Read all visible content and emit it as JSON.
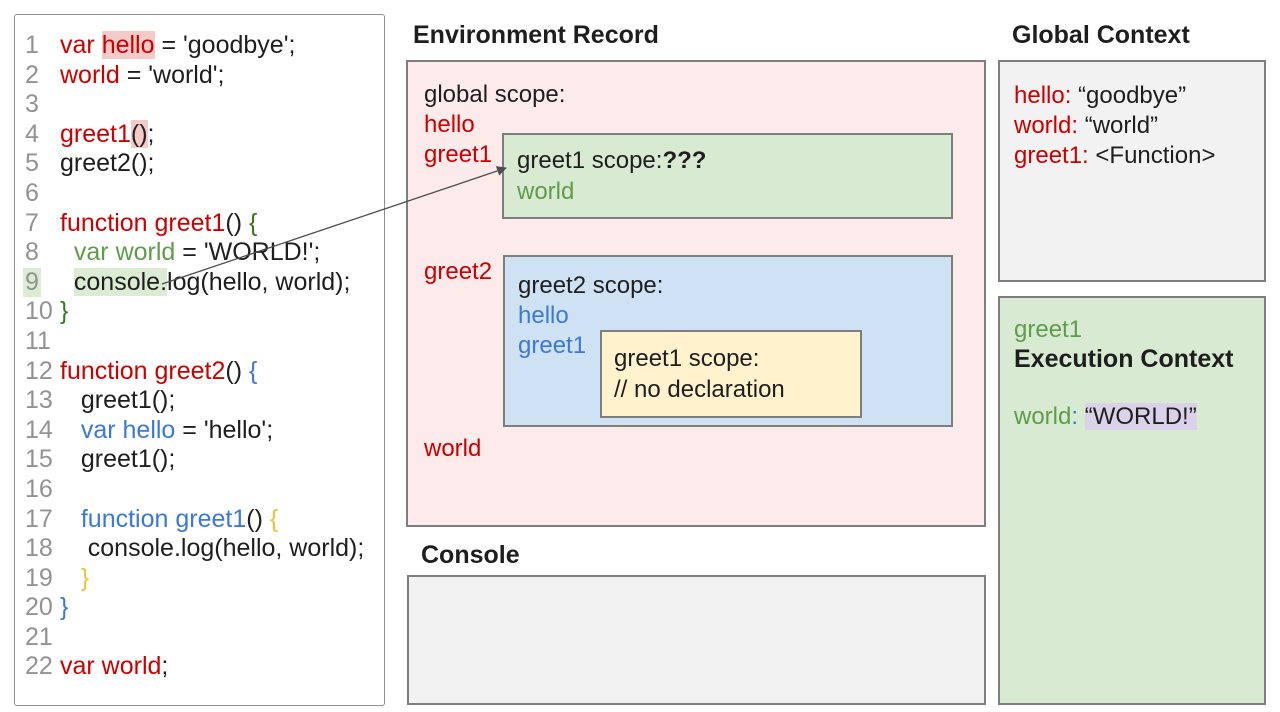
{
  "palette": {
    "black": "#1e1e1e",
    "red": "#cc0000",
    "green": "#5f9c4a",
    "dark_green": "#38761d",
    "blue": "#3c78d8",
    "gold": "#f1c232",
    "line_number": "#929292",
    "pink_hl": "#f5cbca",
    "green_hl": "#dcecd4",
    "lavender_hl": "#d9d2e9",
    "pink_bg": "#fcebea",
    "green_bg": "#d9ead3",
    "blue_bg": "#cfe2f3",
    "yellow_bg": "#fff2cc",
    "gray_bg": "#f2f2f2"
  },
  "code_panel": {
    "lines": [
      {
        "n": "1",
        "segs": [
          {
            "t": "var ",
            "c": "red"
          },
          {
            "t": "hello",
            "c": "red",
            "hl": "pink_hl"
          },
          {
            "t": " = 'goodbye';"
          }
        ]
      },
      {
        "n": "2",
        "segs": [
          {
            "t": "world",
            "c": "red"
          },
          {
            "t": " = 'world';"
          }
        ]
      },
      {
        "n": "3",
        "segs": []
      },
      {
        "n": "4",
        "segs": [
          {
            "t": "greet1",
            "c": "red"
          },
          {
            "t": "()",
            "hl": "pink_hl"
          },
          {
            "t": ";"
          }
        ]
      },
      {
        "n": "5",
        "segs": [
          {
            "t": "greet2();"
          }
        ]
      },
      {
        "n": "6",
        "segs": []
      },
      {
        "n": "7",
        "segs": [
          {
            "t": "function greet1",
            "c": "red"
          },
          {
            "t": "() "
          },
          {
            "t": "{",
            "c": "dark_green"
          }
        ]
      },
      {
        "n": "8",
        "segs": [
          {
            "t": "  "
          },
          {
            "t": "var world",
            "c": "green"
          },
          {
            "t": " = 'WORLD!';"
          }
        ]
      },
      {
        "n": "9",
        "num_hl": "green_hl",
        "segs": [
          {
            "t": "  "
          },
          {
            "t": "console.",
            "hl": "green_hl"
          },
          {
            "t": "log(hello, world);"
          }
        ]
      },
      {
        "n": "10",
        "segs": [
          {
            "t": "}",
            "c": "dark_green"
          }
        ]
      },
      {
        "n": "11",
        "segs": []
      },
      {
        "n": "12",
        "segs": [
          {
            "t": "function greet2",
            "c": "red"
          },
          {
            "t": "() "
          },
          {
            "t": "{",
            "c": "blue"
          }
        ]
      },
      {
        "n": "13",
        "segs": [
          {
            "t": "   greet1();"
          }
        ]
      },
      {
        "n": "14",
        "segs": [
          {
            "t": "   "
          },
          {
            "t": "var hello",
            "c": "blue"
          },
          {
            "t": " = 'hello';"
          }
        ]
      },
      {
        "n": "15",
        "segs": [
          {
            "t": "   greet1();"
          }
        ]
      },
      {
        "n": "16",
        "segs": []
      },
      {
        "n": "17",
        "segs": [
          {
            "t": "   "
          },
          {
            "t": "function greet1",
            "c": "blue"
          },
          {
            "t": "() "
          },
          {
            "t": "{",
            "c": "gold"
          }
        ]
      },
      {
        "n": "18",
        "segs": [
          {
            "t": "    console.log(hello, world);"
          }
        ]
      },
      {
        "n": "19",
        "segs": [
          {
            "t": "   }",
            "c": "gold"
          }
        ]
      },
      {
        "n": "20",
        "segs": [
          {
            "t": "}",
            "c": "blue"
          }
        ]
      },
      {
        "n": "21",
        "segs": []
      },
      {
        "n": "22",
        "segs": [
          {
            "t": "var world",
            "c": "red"
          },
          {
            "t": ";"
          }
        ]
      }
    ]
  },
  "environment_record": {
    "title": "Environment Record",
    "global_scope": {
      "label": [
        {
          "t": "global scope:"
        }
      ],
      "hello": [
        {
          "t": "hello",
          "c": "red"
        }
      ],
      "greet1": [
        {
          "t": "greet1",
          "c": "red"
        }
      ],
      "greet2": [
        {
          "t": "greet2",
          "c": "red"
        }
      ],
      "world": [
        {
          "t": "world",
          "c": "red"
        }
      ]
    },
    "greet1_scope": {
      "label": [
        {
          "t": "greet1 scope:"
        },
        {
          "t": "???",
          "b": true
        }
      ],
      "world": [
        {
          "t": "world",
          "c": "green"
        }
      ]
    },
    "greet2_scope": {
      "label": [
        {
          "t": "greet2 scope:"
        }
      ],
      "hello": [
        {
          "t": "hello",
          "c": "blue"
        }
      ],
      "greet1": [
        {
          "t": "greet1",
          "c": "blue"
        }
      ],
      "inner_greet1_scope": {
        "label": [
          {
            "t": "greet1 scope:"
          }
        ],
        "comment": [
          {
            "t": "// no declaration"
          }
        ]
      }
    }
  },
  "console_panel": {
    "title": "Console"
  },
  "global_context": {
    "title": "Global Context",
    "rows": {
      "hello": [
        {
          "t": "hello:",
          "c": "red"
        },
        {
          "t": " “goodbye”"
        }
      ],
      "world": [
        {
          "t": "world:",
          "c": "red"
        },
        {
          "t": " “world”"
        }
      ],
      "greet1": [
        {
          "t": "greet1:",
          "c": "red"
        },
        {
          "t": " <Function>"
        }
      ]
    }
  },
  "execution_context": {
    "fn_name": [
      {
        "t": "greet1",
        "c": "green"
      }
    ],
    "heading": [
      {
        "t": "Execution Context",
        "b": true
      }
    ],
    "world_row": [
      {
        "t": "world",
        "c": "green"
      },
      {
        "t": ":",
        "c": "blue"
      },
      {
        "t": " "
      },
      {
        "t": "“WORLD!”",
        "hl": "lavender_hl"
      }
    ]
  }
}
